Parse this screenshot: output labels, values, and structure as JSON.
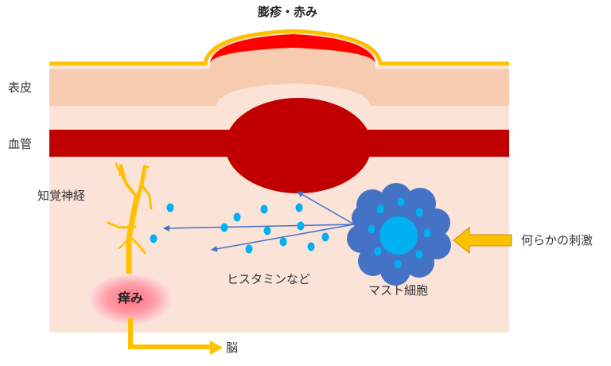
{
  "title": "膨疹・赤み",
  "labels": {
    "epidermis": "表皮",
    "blood_vessel": "血管",
    "sensory_nerve": "知覚神経",
    "histamine": "ヒスタミンなど",
    "mast_cell": "マスト細胞",
    "stimulus": "何らかの刺激",
    "itch": "痒み",
    "brain": "脳"
  },
  "colors": {
    "skin_layer": "#fce3d8",
    "epidermis": "#f7cbaf",
    "surface_line": "#ffc000",
    "redness": "#ff0000",
    "vessel": "#c00000",
    "nerve": "#ffc000",
    "mast_cell": "#4472c4",
    "granule": "#00b0f0",
    "arrow_line": "#4472c4",
    "itch_glow": "#ff9aa2"
  }
}
